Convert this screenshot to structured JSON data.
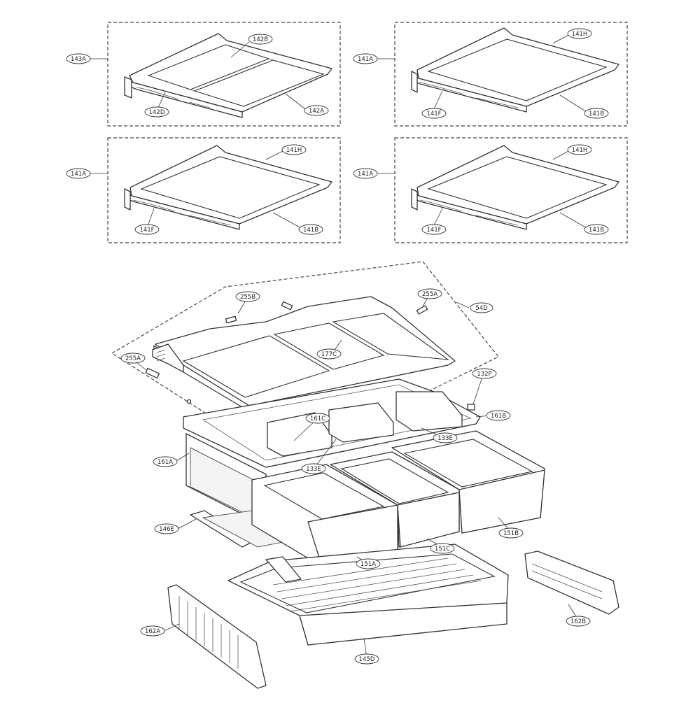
{
  "callouts": [
    {
      "id": "c143A",
      "label": "143A"
    },
    {
      "id": "c142B",
      "label": "142B"
    },
    {
      "id": "c142D",
      "label": "142D"
    },
    {
      "id": "c142A",
      "label": "142A"
    },
    {
      "id": "c141A_tr",
      "label": "141A"
    },
    {
      "id": "c141H_tr",
      "label": "141H"
    },
    {
      "id": "c141F_tr",
      "label": "141F"
    },
    {
      "id": "c141B_tr",
      "label": "141B"
    },
    {
      "id": "c141A_ml",
      "label": "141A"
    },
    {
      "id": "c141H_ml",
      "label": "141H"
    },
    {
      "id": "c141F_ml",
      "label": "141F"
    },
    {
      "id": "c141B_ml",
      "label": "141B"
    },
    {
      "id": "c141A_mr",
      "label": "141A"
    },
    {
      "id": "c141H_mr",
      "label": "141H"
    },
    {
      "id": "c141F_mr",
      "label": "141F"
    },
    {
      "id": "c141B_mr",
      "label": "141B"
    },
    {
      "id": "c255B",
      "label": "255B"
    },
    {
      "id": "c255A_r",
      "label": "255A"
    },
    {
      "id": "c54D",
      "label": "54D"
    },
    {
      "id": "c255A_l",
      "label": "255A"
    },
    {
      "id": "c177C",
      "label": "177C"
    },
    {
      "id": "c132P",
      "label": "132P"
    },
    {
      "id": "c161C",
      "label": "161C"
    },
    {
      "id": "c161B",
      "label": "161B"
    },
    {
      "id": "c133E_r",
      "label": "133E"
    },
    {
      "id": "c161A",
      "label": "161A"
    },
    {
      "id": "c133E_l",
      "label": "133E"
    },
    {
      "id": "c146E",
      "label": "146E"
    },
    {
      "id": "c151B",
      "label": "151B"
    },
    {
      "id": "c151C",
      "label": "151C"
    },
    {
      "id": "c151A",
      "label": "151A"
    },
    {
      "id": "c162B",
      "label": "162B"
    },
    {
      "id": "c162A",
      "label": "162A"
    },
    {
      "id": "c145D",
      "label": "145D"
    }
  ]
}
